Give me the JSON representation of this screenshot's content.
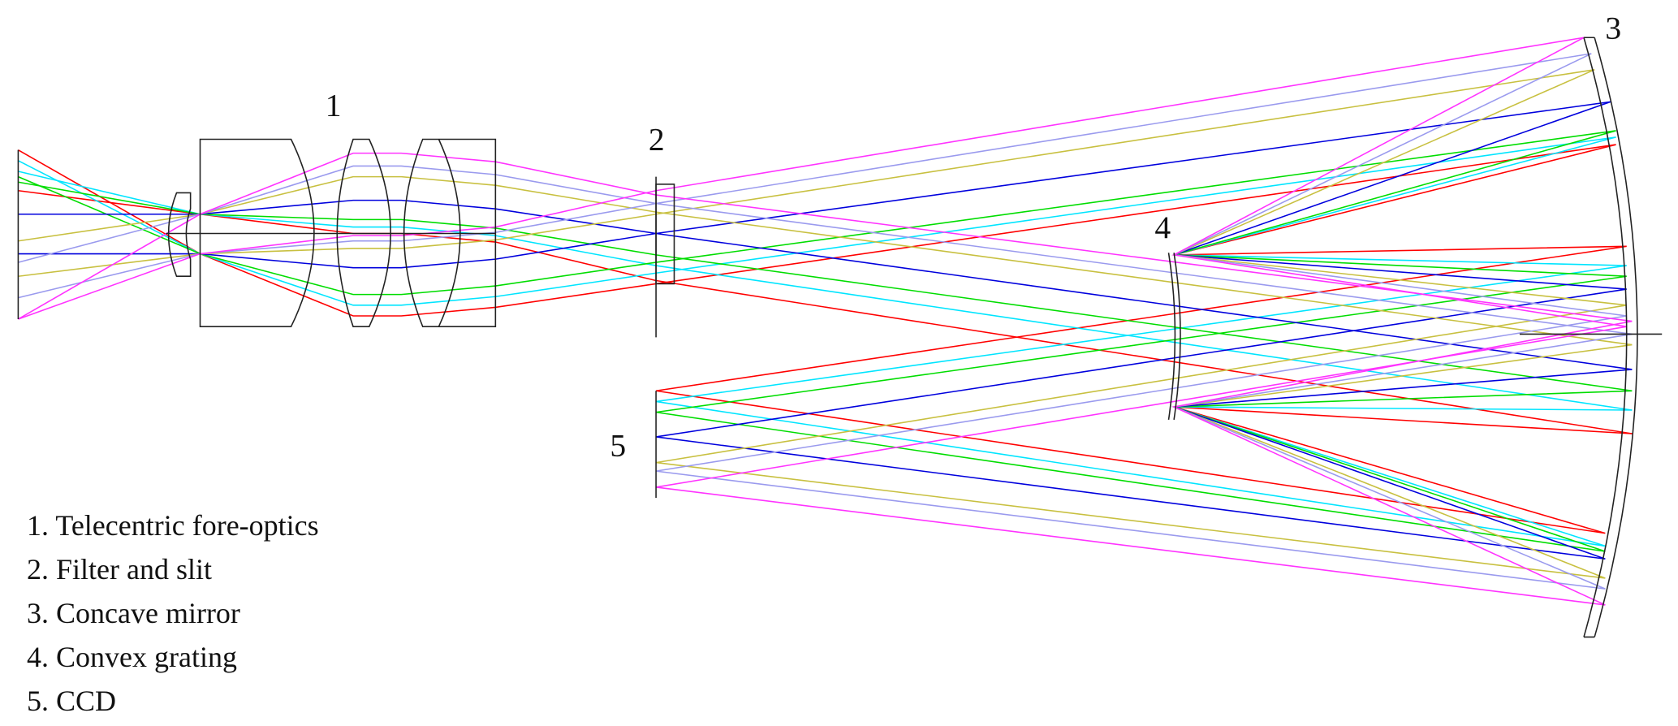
{
  "labels": {
    "n1": "1",
    "n2": "2",
    "n3": "3",
    "n4": "4",
    "n5": "5"
  },
  "legend": [
    "1. Telecentric fore-optics",
    "2. Filter and slit",
    "3. Concave mirror",
    "4. Convex grating",
    "5. CCD"
  ],
  "ray_colors": [
    "#ff0000",
    "#00e5ff",
    "#00dd00",
    "#0000dd",
    "#c8c040",
    "#9a9aee",
    "#ff33ff"
  ],
  "outline_color": "#222222"
}
